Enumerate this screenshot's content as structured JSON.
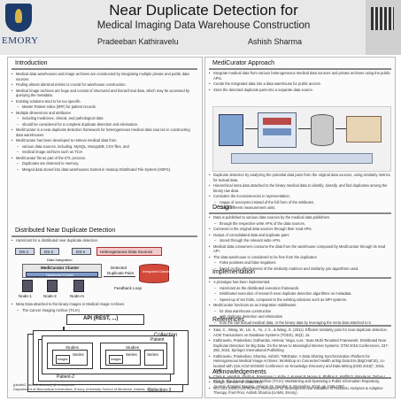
{
  "header": {
    "title": "Near Duplicate Detection for",
    "subtitle": "Medical Imaging Data Warehouse Construction",
    "authors": [
      "Pradeeban Kathiravelu",
      "Ashish Sharma"
    ],
    "logo_text": "EMORY"
  },
  "introduction": {
    "title": "Introduction",
    "items": [
      {
        "level": 0,
        "text": "Medical data warehouses and image archives are constructed by integrating multiple private and public data sources."
      },
      {
        "level": 0,
        "text": "Finding almost identical entries is crucial for warehouse construction."
      },
      {
        "level": 0,
        "text": "Medical image archives are huge and consist of structured and hierarchical data, which may be accessed by querying the metadata."
      },
      {
        "level": 0,
        "text": "Existing solutions tend to be too specific."
      },
      {
        "level": 1,
        "text": "Master Patient Index (MPI) for patient records."
      },
      {
        "level": 0,
        "text": "Multiple dimensions and attributes"
      },
      {
        "level": 1,
        "text": "including medicines, clinical, and pathological data"
      },
      {
        "level": 1,
        "text": "should be considered for a complete duplicate detection and elimination."
      },
      {
        "level": 0,
        "text": "MediCurator is a near duplicate detection framework for heterogeneous medical data sources in constructing data warehouses."
      },
      {
        "level": 0,
        "text": "MediCurator has been developed to retrieve medical data from"
      },
      {
        "level": 1,
        "text": "various data sources, including: MySQL, MongoDB, CSV files, and"
      },
      {
        "level": 1,
        "text": "medical image archives such as TCIA"
      },
      {
        "level": 0,
        "text": "MediCurator fits as part of the ETL process."
      },
      {
        "level": 1,
        "text": "Duplicates are detected in memory."
      },
      {
        "level": 1,
        "text": "Merged data stored into data warehouses hosted in Hadoop Distributed File System (HDFS)."
      }
    ]
  },
  "distributed": {
    "title": "Distributed Near Duplicate Detection",
    "items": [
      {
        "level": 0,
        "text": "Hazelcast for a distributed near duplicate detection."
      }
    ],
    "diagram": {
      "sources": [
        "DS-1",
        "DS-2",
        "DS-n"
      ],
      "sources_label": "Heterogeneous Data Sources",
      "data_integration": "Data Integration",
      "cluster_title": "MediCurator Cluster",
      "cluster_sub": "Hazelcast Cluster",
      "nodes": [
        "Node-1",
        "Node-2",
        "Node-m"
      ],
      "detected": "Detected",
      "duplicate_pairs": "Duplicate Pairs",
      "integrated": "Integrated Database",
      "feedback": "Feedback Loop"
    },
    "items2": [
      {
        "level": 0,
        "text": "Meta Data attached to the binary images in Medical Image Archives"
      },
      {
        "level": 1,
        "text": "The Cancer Imaging Archive (TCIA)"
      }
    ]
  },
  "hierarchy": {
    "api": "API (REST, ...)",
    "collection": "Collection",
    "collection3": "Collection-3",
    "patient": "Patient",
    "patient2": "Patient-2",
    "studies": "Studies",
    "series": "Series",
    "images": "Images"
  },
  "contact": {
    "lines": [
      "{pkathi2, ashish.sharma} @ emory.edu",
      "Department of Biomedical Informatics, Emory University School of Medicine, Atlanta, GA."
    ]
  },
  "approach": {
    "title": "MediCurator Approach",
    "items": [
      {
        "level": 0,
        "text": "Integrate medical data from various heterogeneous medical data sources and private archives using the public APIs."
      },
      {
        "level": 0,
        "text": "Curate the integrated data into a data warehouse for public access."
      },
      {
        "level": 0,
        "text": "Store the detected duplicate pairs into a separate data source."
      },
      {
        "level": 0,
        "text": "Duplicate detection by analyzing the potential data pairs from the original data sources, using similarity metrics for textual data."
      },
      {
        "level": 0,
        "text": "Hierarchical meta data attached to the binary medical data to identify, classify, and find duplicates among the binary raw data."
      },
      {
        "level": 0,
        "text": "Considers the inconsistencies in representation."
      },
      {
        "level": 1,
        "text": "Usage of acronyms instead of the full form of the attributes."
      },
      {
        "level": 1,
        "text": "Using different measurement units."
      }
    ]
  },
  "design": {
    "title": "Design",
    "items": [
      {
        "level": 0,
        "text": "Data is published to various data sources by the medical data publishers"
      },
      {
        "level": 1,
        "text": "through the respective write APIs of the data sources."
      },
      {
        "level": 0,
        "text": "Connects to the original data sources through their read APIs."
      },
      {
        "level": 0,
        "text": "Output of consolidated data and duplicate pairs"
      },
      {
        "level": 1,
        "text": "stored through the relevant write APIs."
      },
      {
        "level": 0,
        "text": "Medical data consumers consume the data from the warehouse composed by MediCurator through its read API."
      },
      {
        "level": 0,
        "text": "The data warehouse is considered to be free from the duplicates"
      },
      {
        "level": 1,
        "text": "False positives and false negatives"
      },
      {
        "level": 1,
        "text": "based on the effectiveness of the similarity matrices and similarity join algorithms used."
      }
    ]
  },
  "implementation": {
    "title": "Implementation",
    "items": [
      {
        "level": 0,
        "text": "A prototype has been implemented."
      },
      {
        "level": 1,
        "text": "Hazelcast as the distributed execution framework."
      },
      {
        "level": 1,
        "text": "Distributed execution of research near duplicate detection algorithms on metadata."
      },
      {
        "level": 1,
        "text": "Speed-up of ten folds, compared to the existing solutions such as MPI systems."
      },
      {
        "level": 0,
        "text": "MediCurator functions as an integration middleware"
      },
      {
        "level": 1,
        "text": "for data warehouse construction"
      },
      {
        "level": 1,
        "text": "with duplicate detection and elimination"
      },
      {
        "level": 1,
        "text": "from the raw textual medical data, or the binary data by leveraging the meta data attached to it."
      }
    ]
  },
  "references": {
    "title": "References",
    "items": [
      "Xiao, C., Wang, W., Lin, X., Yu, J. X., & Wang, G. (2011). Efficient similarity joins for near-duplicate detection. ACM Transactions on Database Systems (TODS), 36(3), 15.",
      "Kathiravelu, Pradeeban; Galhardas, Helena; Veiga, Luis. \"∂u∂u Multi-Tenanted Framework: Distributed Near Duplicate Detection for Big Data. On the Move to Meaningful Internet Systems: OTM 2015 Conferences, 237-256, 2015, Springer International Publishing",
      "Kathiravelu, Pradeeban; Sharma, Ashish; \"MEDIator: A Data Sharing Synchronization Platform for Heterogeneous Medical Image Archives. Workshop on Connected Health at Big Data Era (BigCHat'15), co-located with 21st ACM SIGKDD Conference on Knowledge Discovery and Data Mining (KDD 2015)\", 2015, ACM",
      "Clark K, Vendt B, Smith K, Freymann J, Kirby J, Koppel P, Moore S, Phillips S, Maffitt D, Pringle M, Tarbox L, Prior F. The Cancer Imaging Archive (TCIA): Maintaining and Operating a Public Information Repository, Journal of Digital Imaging, Volume 26, Number 6, December, 2013, pp 1045-1057."
    ]
  },
  "acknowledgements": {
    "title": "Acknowledgements",
    "items": [
      "Google Summer of Code 2015",
      "NCI U01 [U01CA187013-01], Resources for development and validation of Radiomic Analyses & Adaptive Therapy, Fred Prior, Ashish Sharma (UAMS, Emory)"
    ]
  }
}
